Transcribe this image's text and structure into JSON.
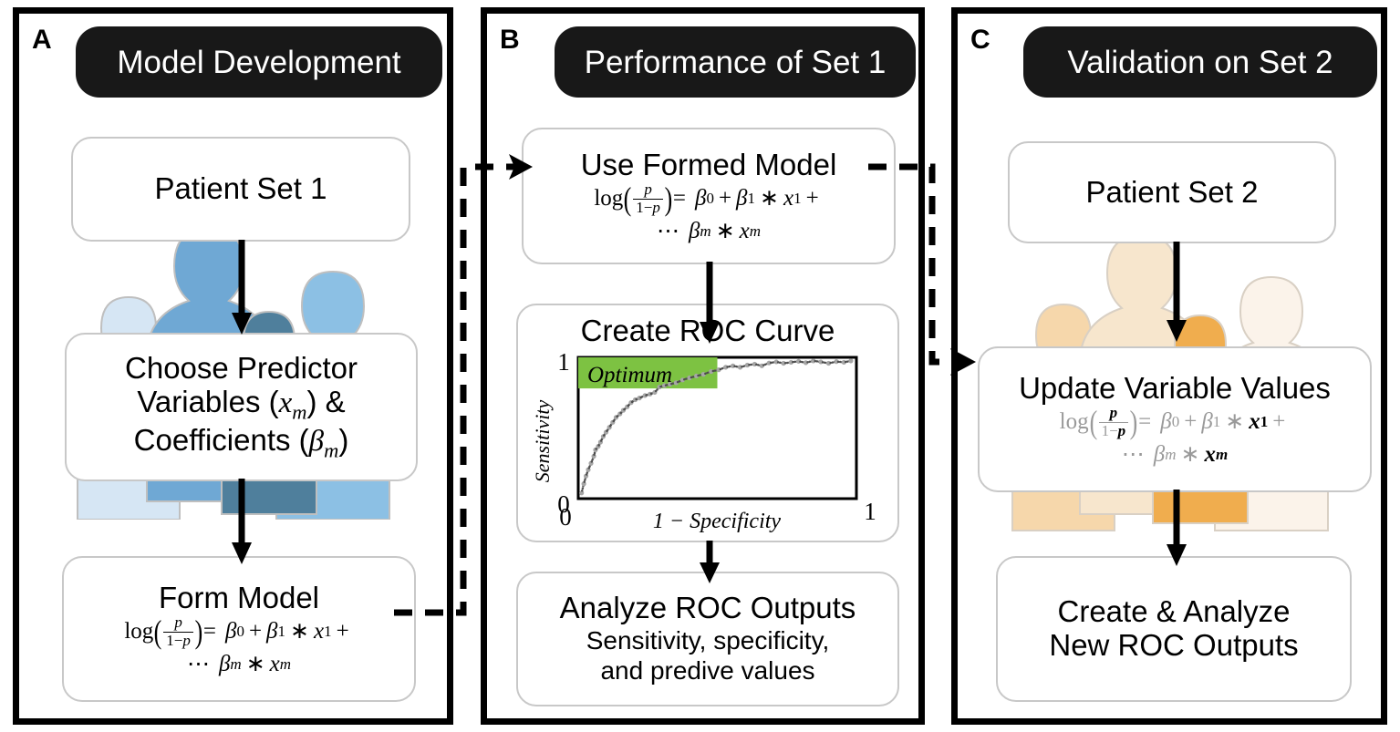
{
  "figure": {
    "panels": [
      {
        "letter": "A",
        "title": "Model Development",
        "nodes": {
          "patient_set": "Patient Set 1",
          "choose_line1": "Choose Predictor",
          "choose_line2_pre": "Variables (",
          "choose_line2_var": "x",
          "choose_line2_sub": "m",
          "choose_line2_post": ") &",
          "choose_line3_pre": "Coefficients (",
          "choose_line3_var": "β",
          "choose_line3_sub": "m",
          "choose_line3_post": ")",
          "form_model": "Form Model"
        },
        "people_color_theme": "blue"
      },
      {
        "letter": "B",
        "title": "Performance of Set 1",
        "nodes": {
          "use_formed_model": "Use Formed Model",
          "create_roc": "Create ROC Curve",
          "analyze_title": "Analyze ROC Outputs",
          "analyze_sub_line1": "Sensitivity, specificity,",
          "analyze_sub_line2": "and predive values"
        }
      },
      {
        "letter": "C",
        "title": "Validation on Set 2",
        "nodes": {
          "patient_set": "Patient Set 2",
          "update_values": "Update Variable Values",
          "create_analyze_line1": "Create & Analyze",
          "create_analyze_line2": "New ROC Outputs"
        },
        "people_color_theme": "orange"
      }
    ],
    "formula": {
      "log": "log",
      "numerator": "p",
      "denominator_one": "1",
      "denominator_minus": "−",
      "denominator_p": "p",
      "equals": "=",
      "beta": "β",
      "beta0_sub": "0",
      "beta1_sub": "1",
      "betam_sub": "m",
      "plus": "+",
      "times": "∗",
      "x": "x",
      "x1_sub": "1",
      "xm_sub": "m",
      "ellipsis": "⋯"
    },
    "colors": {
      "panel_border": "#000000",
      "title_pill_bg": "#181818",
      "title_pill_text": "#ffffff",
      "node_border": "#c8c8c8",
      "optimum_green": "#7dc242",
      "roc_point_gray": "#a6a6a6",
      "formula_gray": "#9a9a9a",
      "people_blue": [
        "#d6e6f4",
        "#6fa8d4",
        "#4f7f9c",
        "#8cc0e4"
      ],
      "people_orange": [
        "#f6d7ab",
        "#f7e6cd",
        "#f0ad4e",
        "#fbf3ea"
      ]
    }
  },
  "chart_data": {
    "type": "scatter",
    "title": "Create ROC Curve",
    "xlabel": "1 − Specificity",
    "ylabel": "Sensitivity",
    "xlim": [
      0,
      1
    ],
    "ylim": [
      0,
      1
    ],
    "xticks": [
      "0",
      "1"
    ],
    "yticks": [
      "0",
      "1"
    ],
    "grid": false,
    "legend": null,
    "annotations": [
      {
        "text": "Optimum",
        "type": "region-label",
        "region": {
          "x0": 0.0,
          "x1": 0.5,
          "y0": 0.78,
          "y1": 1.0
        },
        "color": "#7dc242"
      }
    ],
    "series": [
      {
        "name": "ROC curve",
        "marker": "dotted",
        "color": "#a6a6a6",
        "x": [
          0.012,
          0.02,
          0.028,
          0.036,
          0.046,
          0.056,
          0.062,
          0.072,
          0.08,
          0.09,
          0.1,
          0.112,
          0.124,
          0.136,
          0.15,
          0.162,
          0.176,
          0.19,
          0.205,
          0.22,
          0.24,
          0.258,
          0.275,
          0.292,
          0.31,
          0.33,
          0.352,
          0.375,
          0.4,
          0.425,
          0.45,
          0.478,
          0.505,
          0.53,
          0.556,
          0.582,
          0.608,
          0.634,
          0.66,
          0.686,
          0.712,
          0.738,
          0.765,
          0.792,
          0.818,
          0.845,
          0.872,
          0.9,
          0.928,
          0.955,
          0.98
        ],
        "y": [
          0.04,
          0.105,
          0.16,
          0.205,
          0.25,
          0.3,
          0.345,
          0.37,
          0.4,
          0.44,
          0.47,
          0.505,
          0.54,
          0.575,
          0.6,
          0.625,
          0.65,
          0.68,
          0.7,
          0.712,
          0.73,
          0.74,
          0.752,
          0.79,
          0.8,
          0.81,
          0.82,
          0.84,
          0.855,
          0.868,
          0.88,
          0.9,
          0.912,
          0.93,
          0.94,
          0.93,
          0.945,
          0.952,
          0.94,
          0.96,
          0.968,
          0.958,
          0.965,
          0.972,
          0.962,
          0.975,
          0.968,
          0.958,
          0.97,
          0.965,
          0.975
        ]
      }
    ]
  }
}
